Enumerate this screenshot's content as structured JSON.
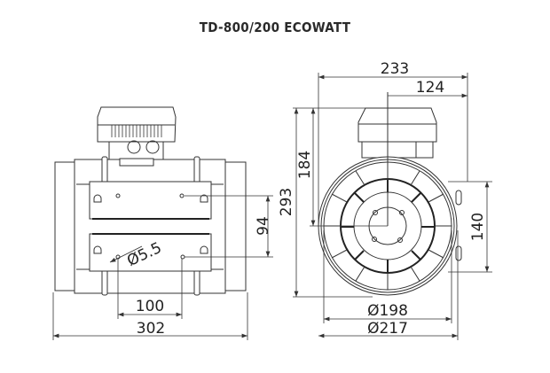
{
  "title": "TD-800/200 ECOWATT",
  "side_view": {
    "dim_length": "302",
    "dim_hole_spacing_h": "100",
    "dim_hole_spacing_v": "94",
    "dim_hole_diameter": "Ø5.5"
  },
  "front_view": {
    "dim_width": "233",
    "dim_offset": "124",
    "dim_height": "293",
    "dim_axis_height": "184",
    "dim_bracket": "140",
    "dim_inner_diameter": "Ø198",
    "dim_outer_diameter": "Ø217"
  }
}
